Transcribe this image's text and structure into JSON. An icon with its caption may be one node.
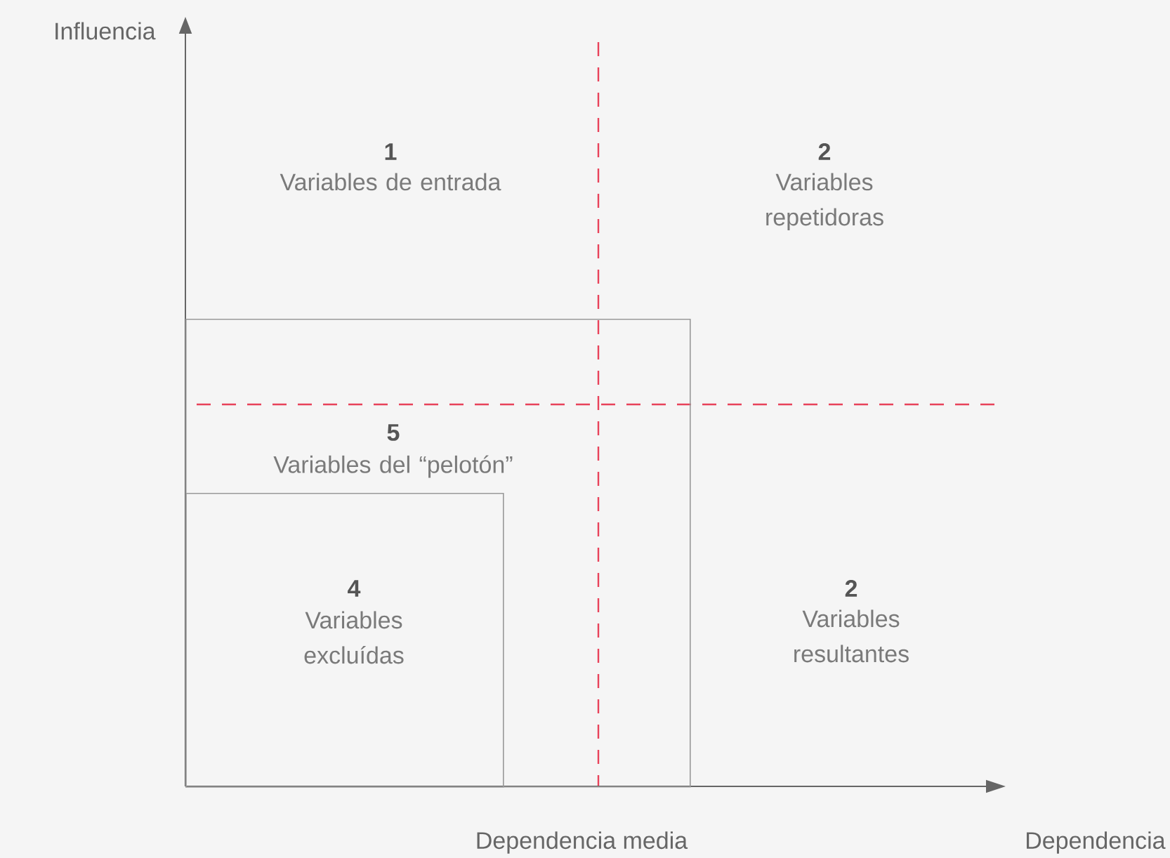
{
  "diagram": {
    "nodes": [
      {
        "text": [
          "5",
          "Variables del “pelotón”"
        ]
      },
      {
        "text": [
          "4",
          "Variables excluídas"
        ],
        "in": 0
      }
    ],
    "edges": [],
    "labels": [
      "Influencia",
      "1",
      "Variables de entrada",
      "2",
      "Variables repetidoras",
      "2",
      "Variables resultantes",
      "Dependencia media",
      "Dependencia"
    ]
  }
}
